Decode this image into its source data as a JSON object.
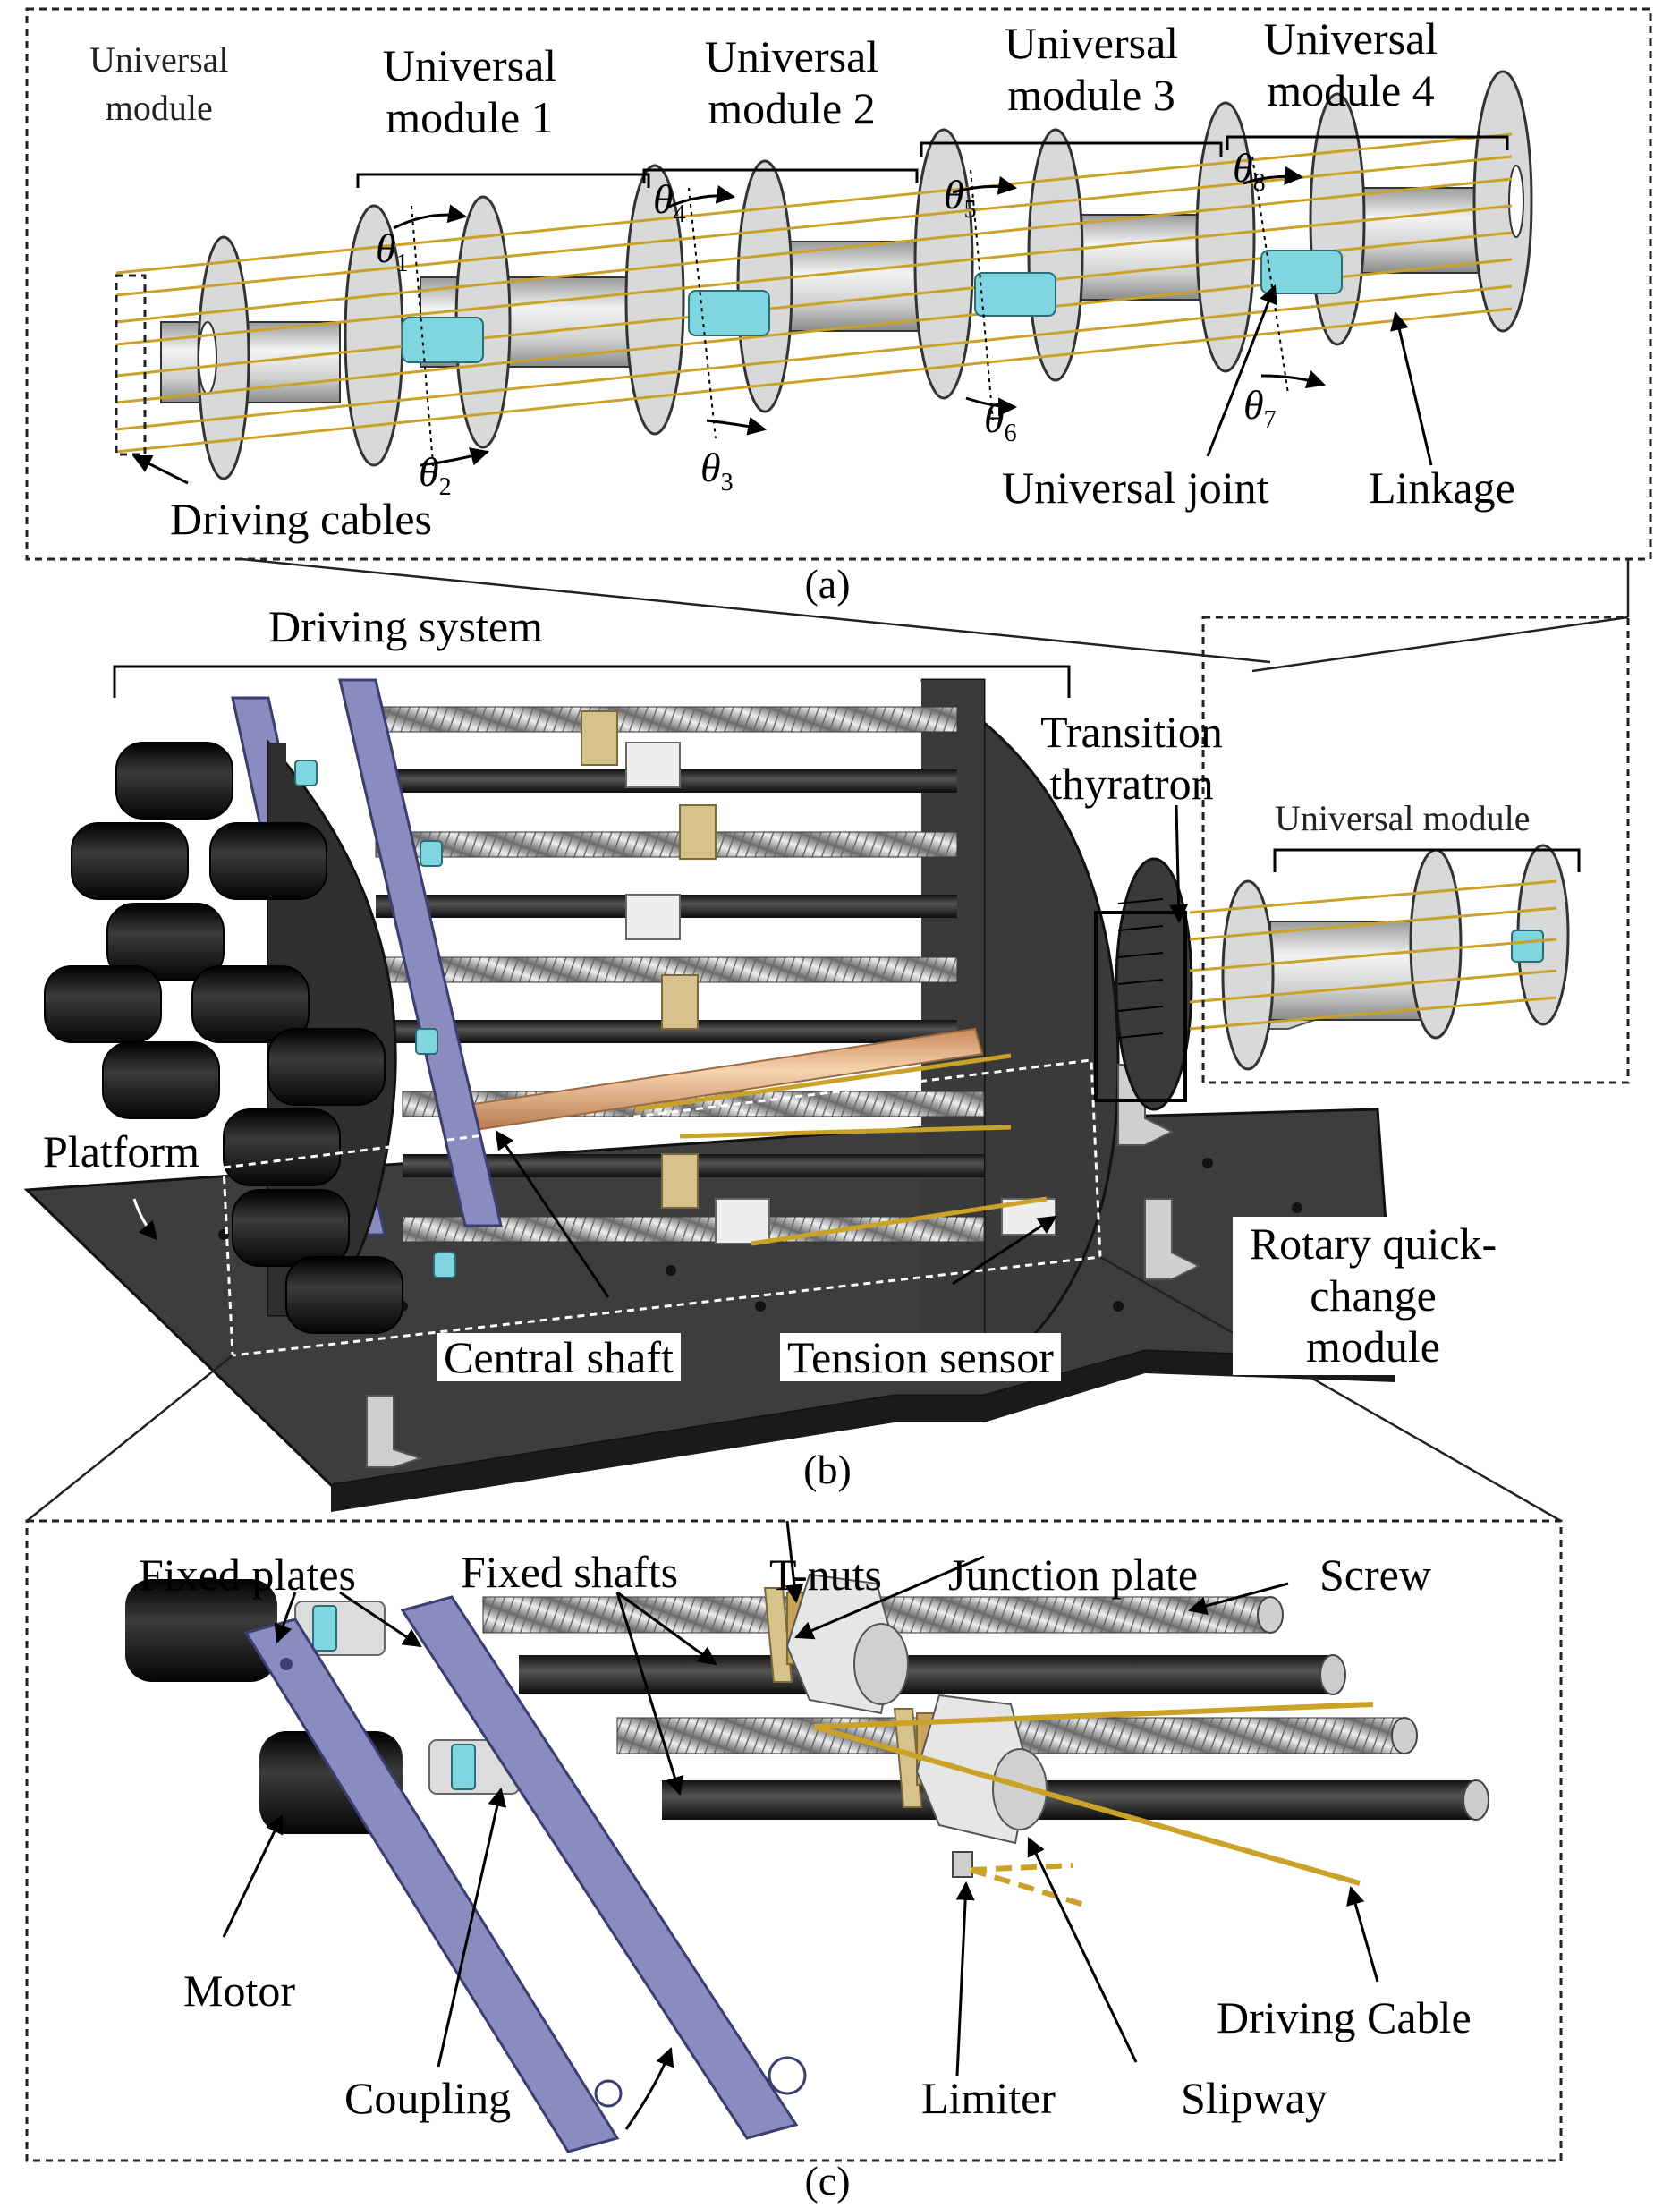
{
  "panel_a": {
    "caption": "(a)",
    "labels": {
      "universal_module": "Universal\nmodule",
      "module_1": "Universal\nmodule 1",
      "module_2": "Universal\nmodule 2",
      "module_3": "Universal\nmodule 3",
      "module_4": "Universal\nmodule 4",
      "driving_cables": "Driving cables",
      "universal_joint": "Universal joint",
      "linkage": "Linkage"
    },
    "angles": {
      "t1": "θ",
      "t1_sub": "1",
      "t2": "θ",
      "t2_sub": "2",
      "t3": "θ",
      "t3_sub": "3",
      "t4": "θ",
      "t4_sub": "4",
      "t5": "θ",
      "t5_sub": "5",
      "t6": "θ",
      "t6_sub": "6",
      "t7": "θ",
      "t7_sub": "7",
      "t8": "θ",
      "t8_sub": "8"
    }
  },
  "panel_b": {
    "caption": "(b)",
    "labels": {
      "driving_system": "Driving system",
      "transition_thyratron": "Transition\nthyratron",
      "universal_module": "Universal module",
      "platform": "Platform",
      "rotary_quick_change": "Rotary quick-\nchange module",
      "central_shaft": "Central shaft",
      "tension_sensor": "Tension sensor"
    }
  },
  "panel_c": {
    "caption": "(c)",
    "labels": {
      "fixed_plates": "Fixed plates",
      "fixed_shafts": "Fixed shafts",
      "t_nuts": "T-nuts",
      "junction_plate": "Junction plate",
      "screw": "Screw",
      "motor": "Motor",
      "coupling": "Coupling",
      "limiter": "Limiter",
      "slipway": "Slipway",
      "driving_cable": "Driving Cable"
    }
  },
  "colors": {
    "cable": "#c9a227",
    "joint": "#7fd6e0",
    "plate": "#8a8cc0",
    "dark_plate": "#3a3a3a",
    "disk": "#d8d8d8",
    "motor": "#151515",
    "central_shaft": "#e8b888"
  }
}
